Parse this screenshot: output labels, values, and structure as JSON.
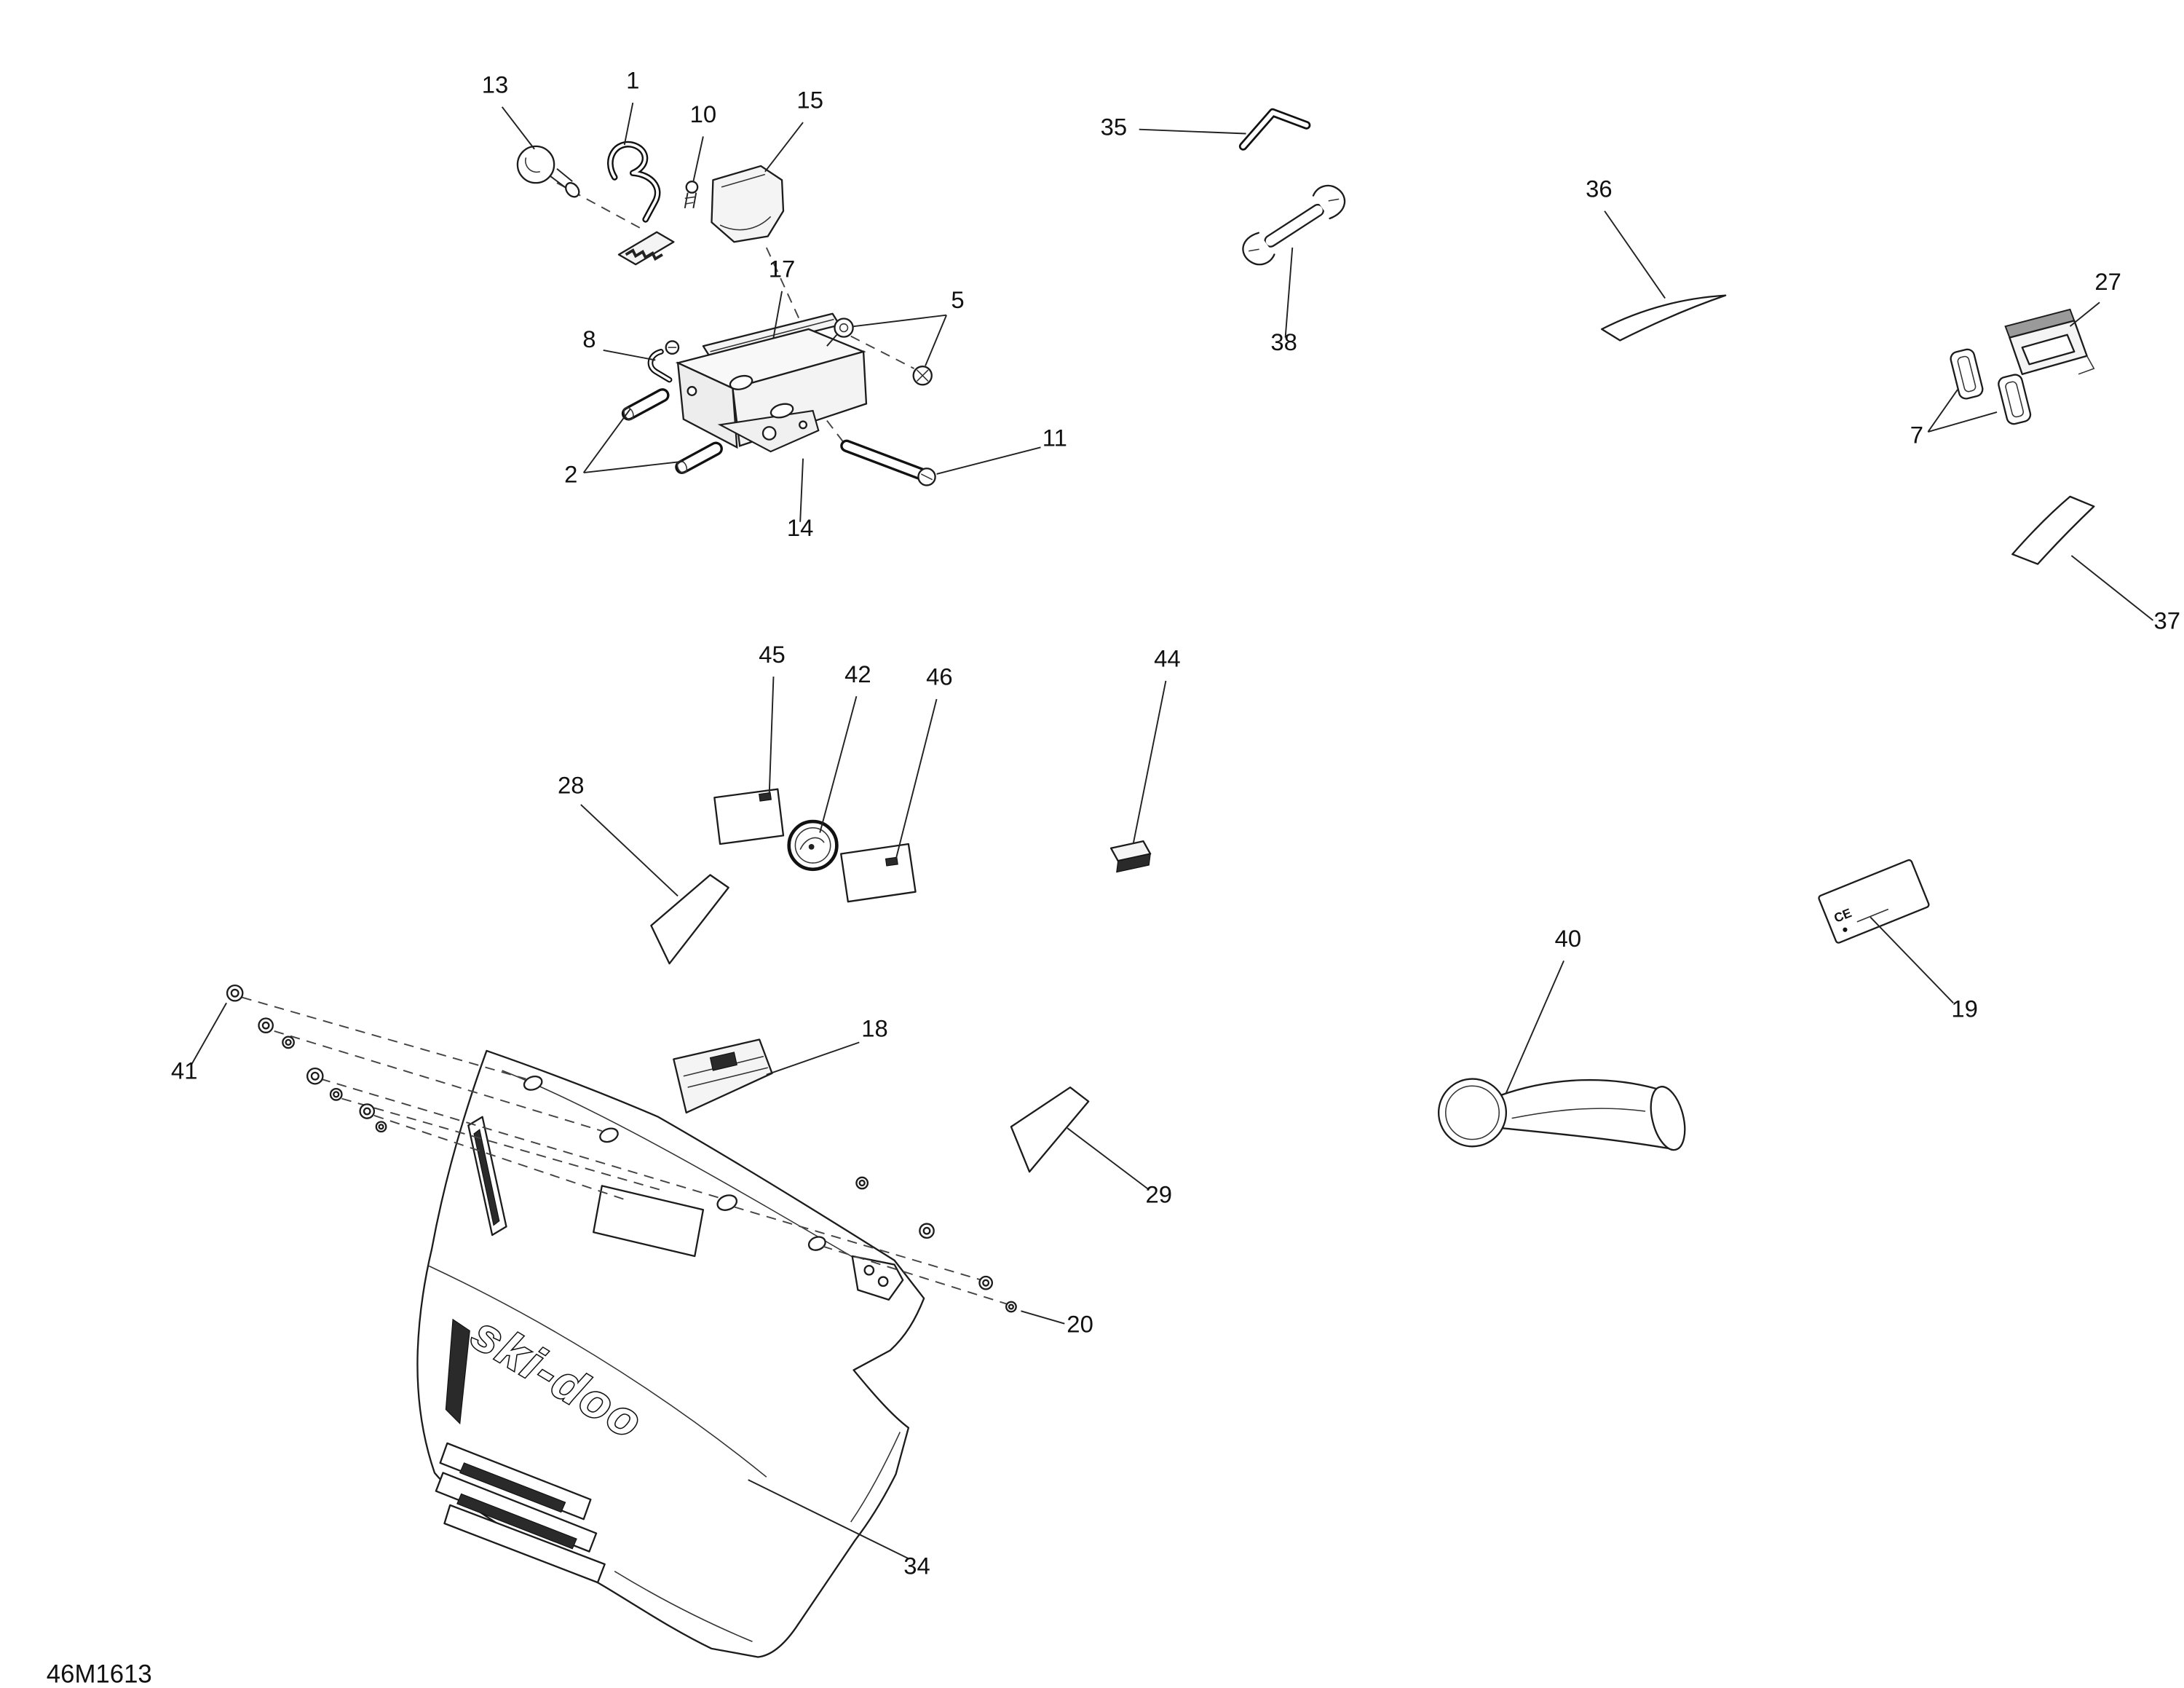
{
  "drawing": {
    "code": "46M1613",
    "logo_text": "ski-doo",
    "ce_text": "CE"
  },
  "callouts": {
    "n1": "1",
    "n2": "2",
    "n5": "5",
    "n7": "7",
    "n8": "8",
    "n10": "10",
    "n11": "11",
    "n13": "13",
    "n14": "14",
    "n15": "15",
    "n17": "17",
    "n18": "18",
    "n19": "19",
    "n20": "20",
    "n27": "27",
    "n28": "28",
    "n29": "29",
    "n34": "34",
    "n35": "35",
    "n36": "36",
    "n37": "37",
    "n38": "38",
    "n40": "40",
    "n41": "41",
    "n42": "42",
    "n44": "44",
    "n45": "45",
    "n46": "46"
  }
}
